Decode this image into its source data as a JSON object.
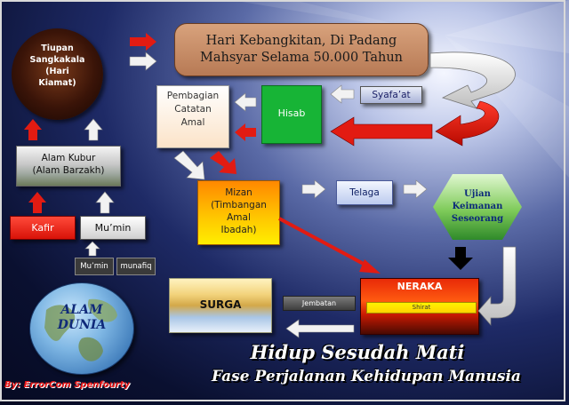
{
  "title": {
    "line1": "Hari Kebangkitan, Di Padang",
    "line2": "Mahsyar Selama 50.000 Tahun"
  },
  "tiupan": {
    "line1": "Tiupan",
    "line2": "Sangkakala",
    "line3": "(Hari",
    "line4": "Kiamat)"
  },
  "pembagian": {
    "line1": "Pembagian",
    "line2": "Catatan",
    "line3": "Amal"
  },
  "hisab": "Hisab",
  "syafaat": "Syafa’at",
  "alam_kubur": {
    "line1": "Alam Kubur",
    "line2": "(Alam Barzakh)"
  },
  "kafir": "Kafir",
  "mumin": "Mu’min",
  "small_mumin": "Mu’min",
  "small_munafiq": "munafiq",
  "mizan": {
    "line1": "Mizan",
    "line2": "(Timbangan Amal",
    "line3": "Ibadah)"
  },
  "telaga": "Telaga",
  "ujian": {
    "line1": "Ujian",
    "line2": "Keimanan",
    "line3": "Seseorang"
  },
  "neraka": "NERAKA",
  "shirat": "Shirat",
  "surga": "SURGA",
  "jembatan": "Jembatan",
  "alam_dunia": {
    "line1": "ALAM",
    "line2": "DUNIA"
  },
  "footer": {
    "line1": "Hidup Sesudah Mati",
    "line2": "Fase Perjalanan Kehidupan Manusia"
  },
  "author": "By: ErrorCom Spenfourty",
  "colors": {
    "red_arrow": "#e21b12",
    "white_arrow": "#f2f2f2",
    "hisab_green": "#17b436",
    "black_arrow": "#000000"
  }
}
